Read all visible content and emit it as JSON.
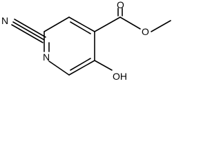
{
  "molecule": {
    "atoms": {
      "nitrile_n": "N",
      "ring_n": "N",
      "carbonyl_o": "O",
      "ester_o": "O",
      "hydroxyl": "OH"
    }
  }
}
